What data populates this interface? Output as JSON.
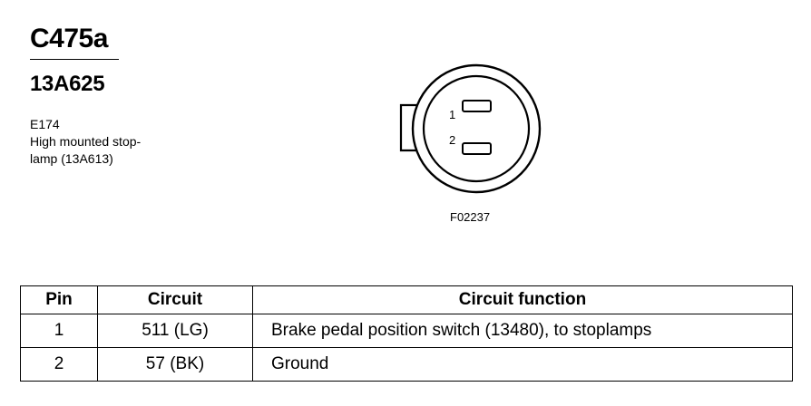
{
  "header": {
    "connector_id": "C475a",
    "part_number": "13A625",
    "location_lines": [
      "E174",
      "High mounted stop-",
      "lamp (13A613)"
    ]
  },
  "diagram": {
    "pin_labels": [
      "1",
      "2"
    ],
    "figure_id": "F02237"
  },
  "table": {
    "headers": [
      "Pin",
      "Circuit",
      "Circuit function"
    ],
    "rows": [
      {
        "pin": "1",
        "circuit": "511 (LG)",
        "function": "Brake pedal position switch (13480), to stoplamps"
      },
      {
        "pin": "2",
        "circuit": "57 (BK)",
        "function": "Ground"
      }
    ]
  }
}
